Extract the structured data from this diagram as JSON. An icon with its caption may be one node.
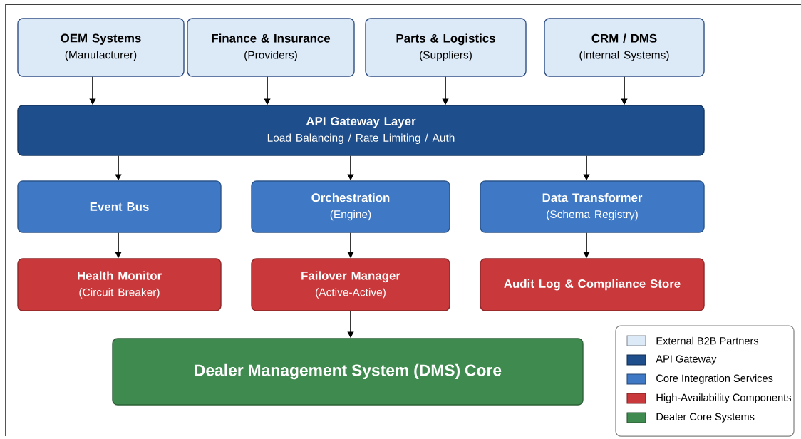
{
  "diagram": {
    "nodes": [
      {
        "text": [
          "OEM Systems",
          "(Manufacturer)"
        ]
      },
      {
        "text": [
          "Finance & Insurance",
          "(Providers)"
        ]
      },
      {
        "text": [
          "Parts & Logistics",
          "(Suppliers)"
        ]
      },
      {
        "text": [
          "CRM / DMS",
          "(Internal Systems)"
        ]
      },
      {
        "text": [
          "API Gateway Layer",
          "Load Balancing / Rate Limiting / Auth"
        ]
      },
      {
        "text": [
          "Event Bus"
        ]
      },
      {
        "text": [
          "Orchestration",
          "(Engine)"
        ]
      },
      {
        "text": [
          "Data Transformer",
          "(Schema Registry)"
        ]
      },
      {
        "text": [
          "Health Monitor",
          "(Circuit Breaker)"
        ]
      },
      {
        "text": [
          "Failover Manager",
          "(Active-Active)"
        ]
      },
      {
        "text": [
          "Audit Log & Compliance Store"
        ]
      },
      {
        "text": [
          "Dealer Management System (DMS) Core"
        ]
      }
    ],
    "edges": [
      {
        "from": 0,
        "to": 4,
        "arrow": "to"
      },
      {
        "from": 1,
        "to": 4,
        "arrow": "to"
      },
      {
        "from": 2,
        "to": 4,
        "arrow": "to"
      },
      {
        "from": 3,
        "to": 4,
        "arrow": "to"
      },
      {
        "from": 4,
        "to": 5,
        "arrow": "to"
      },
      {
        "from": 4,
        "to": 6,
        "arrow": "to"
      },
      {
        "from": 4,
        "to": 7,
        "arrow": "to"
      },
      {
        "from": 5,
        "to": 8,
        "arrow": "to"
      },
      {
        "from": 6,
        "to": 9,
        "arrow": "to"
      },
      {
        "from": 7,
        "to": 10,
        "arrow": "to"
      },
      {
        "from": 9,
        "to": 11,
        "arrow": "to"
      }
    ],
    "legend": [
      {
        "text": "External B2B Partners",
        "color": "#dce9f7"
      },
      {
        "text": "API Gateway",
        "color": "#1f4e8c"
      },
      {
        "text": "Core Integration Services",
        "color": "#3f78c4"
      },
      {
        "text": "High-Availability Components",
        "color": "#c9383a"
      },
      {
        "text": "Dealer Core Systems",
        "color": "#3f8a4f"
      }
    ]
  }
}
